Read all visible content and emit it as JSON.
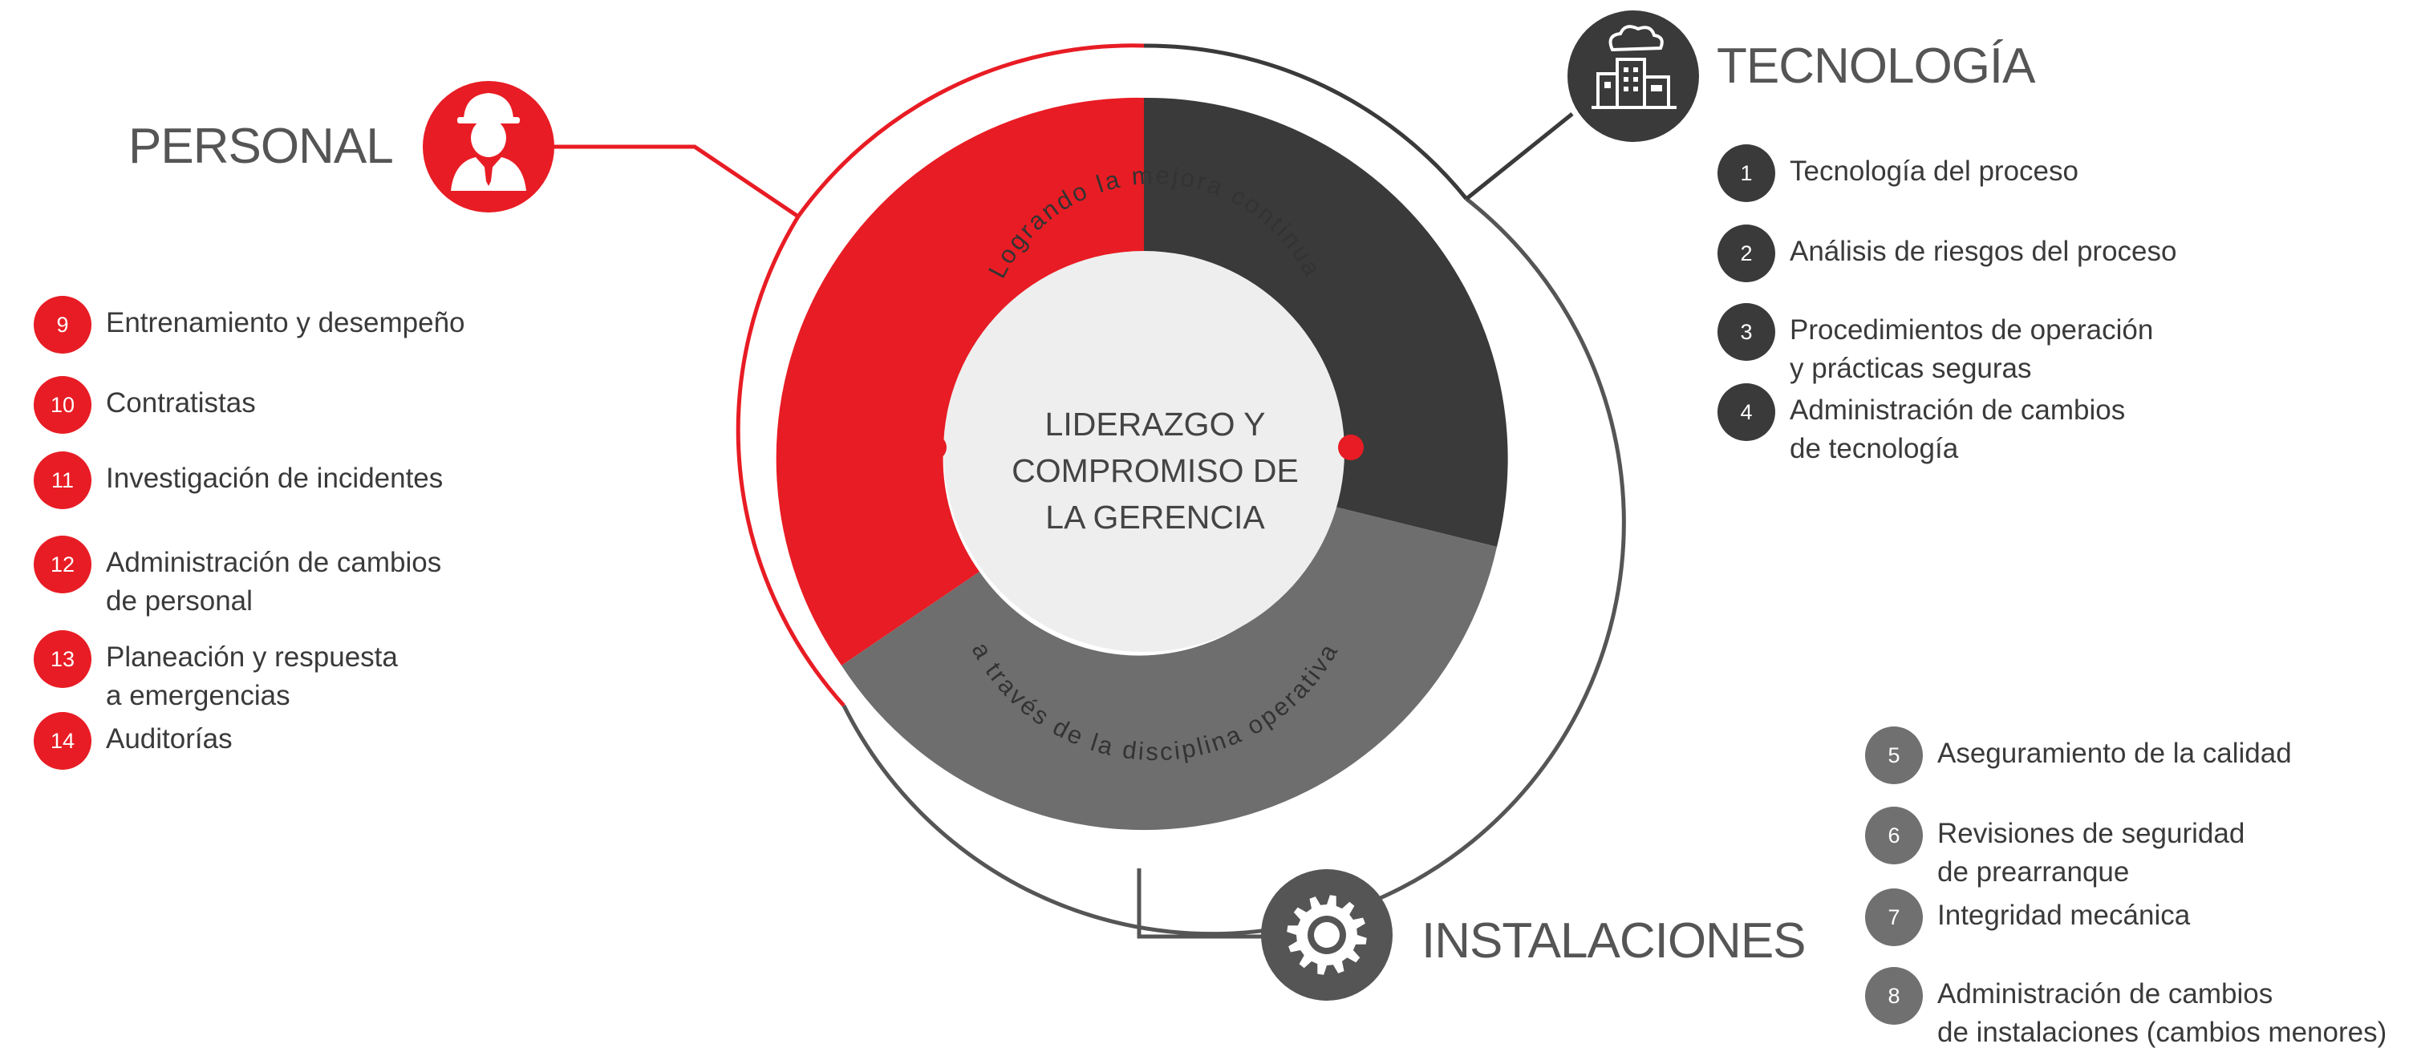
{
  "center": {
    "title": "LIDERAZGO Y\nCOMPROMISO DE\nLA GERENCIA",
    "arc_top": "Logrando la mejora continua",
    "arc_bottom": "a través de la disciplina operativa"
  },
  "personal": {
    "title": "PERSONAL",
    "icon": "worker-with-helmet-icon",
    "color": "#e81c24",
    "items": [
      {
        "num": "9",
        "label": "Entrenamiento y desempeño"
      },
      {
        "num": "10",
        "label": "Contratistas"
      },
      {
        "num": "11",
        "label": "Investigación de incidentes"
      },
      {
        "num": "12",
        "label": "Administración de cambios\nde personal"
      },
      {
        "num": "13",
        "label": "Planeación y respuesta\na emergencias"
      },
      {
        "num": "14",
        "label": "Auditorías"
      }
    ]
  },
  "tecnologia": {
    "title": "TECNOLOGÍA",
    "icon": "factory-icon",
    "color": "#3a3a3a",
    "items": [
      {
        "num": "1",
        "label": "Tecnología del proceso"
      },
      {
        "num": "2",
        "label": "Análisis de riesgos del proceso"
      },
      {
        "num": "3",
        "label": "Procedimientos de operación\ny prácticas seguras"
      },
      {
        "num": "4",
        "label": "Administración de cambios\nde tecnología"
      }
    ]
  },
  "instalaciones": {
    "title": "INSTALACIONES",
    "icon": "gear-icon",
    "color": "#707070",
    "items": [
      {
        "num": "5",
        "label": "Aseguramiento de la calidad"
      },
      {
        "num": "6",
        "label": "Revisiones de seguridad\nde prearranque"
      },
      {
        "num": "7",
        "label": "Integridad mecánica"
      },
      {
        "num": "8",
        "label": "Administración de cambios\nde instalaciones (cambios menores)"
      }
    ]
  }
}
